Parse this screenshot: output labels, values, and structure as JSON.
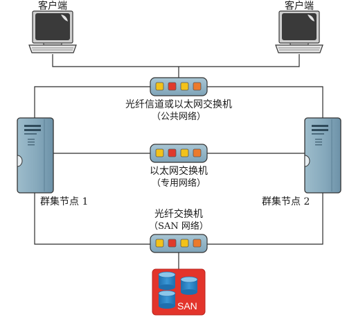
{
  "nodes": {
    "client_left": {
      "label": "客户端"
    },
    "client_right": {
      "label": "客户端"
    },
    "public_switch": {
      "line1": "光纤信道或以太网交换机",
      "line2": "（公共网络）"
    },
    "private_switch": {
      "line1": "以太网交换机",
      "line2": "（专用网络）"
    },
    "cluster_node_1": {
      "label": "群集节点 1"
    },
    "cluster_node_2": {
      "label": "群集节点 2"
    },
    "fc_switch": {
      "line1": "光纤交换机",
      "line2": "（SAN 网络）"
    },
    "san_storage": {
      "label": "SAN"
    }
  },
  "colors": {
    "line": "#2b2b2b",
    "switch_body": "#8fb2c4",
    "port_yellow": "#f3c21a",
    "port_red": "#e0392b",
    "port_orange": "#ec7a2c",
    "server_body": "#7fa4b8",
    "san_background": "#e3342b",
    "san_disk": "#2f86c8"
  },
  "icons": {
    "client": "desktop-computer-icon",
    "server": "server-tower-icon",
    "switch": "network-switch-icon",
    "san": "san-storage-icon"
  }
}
